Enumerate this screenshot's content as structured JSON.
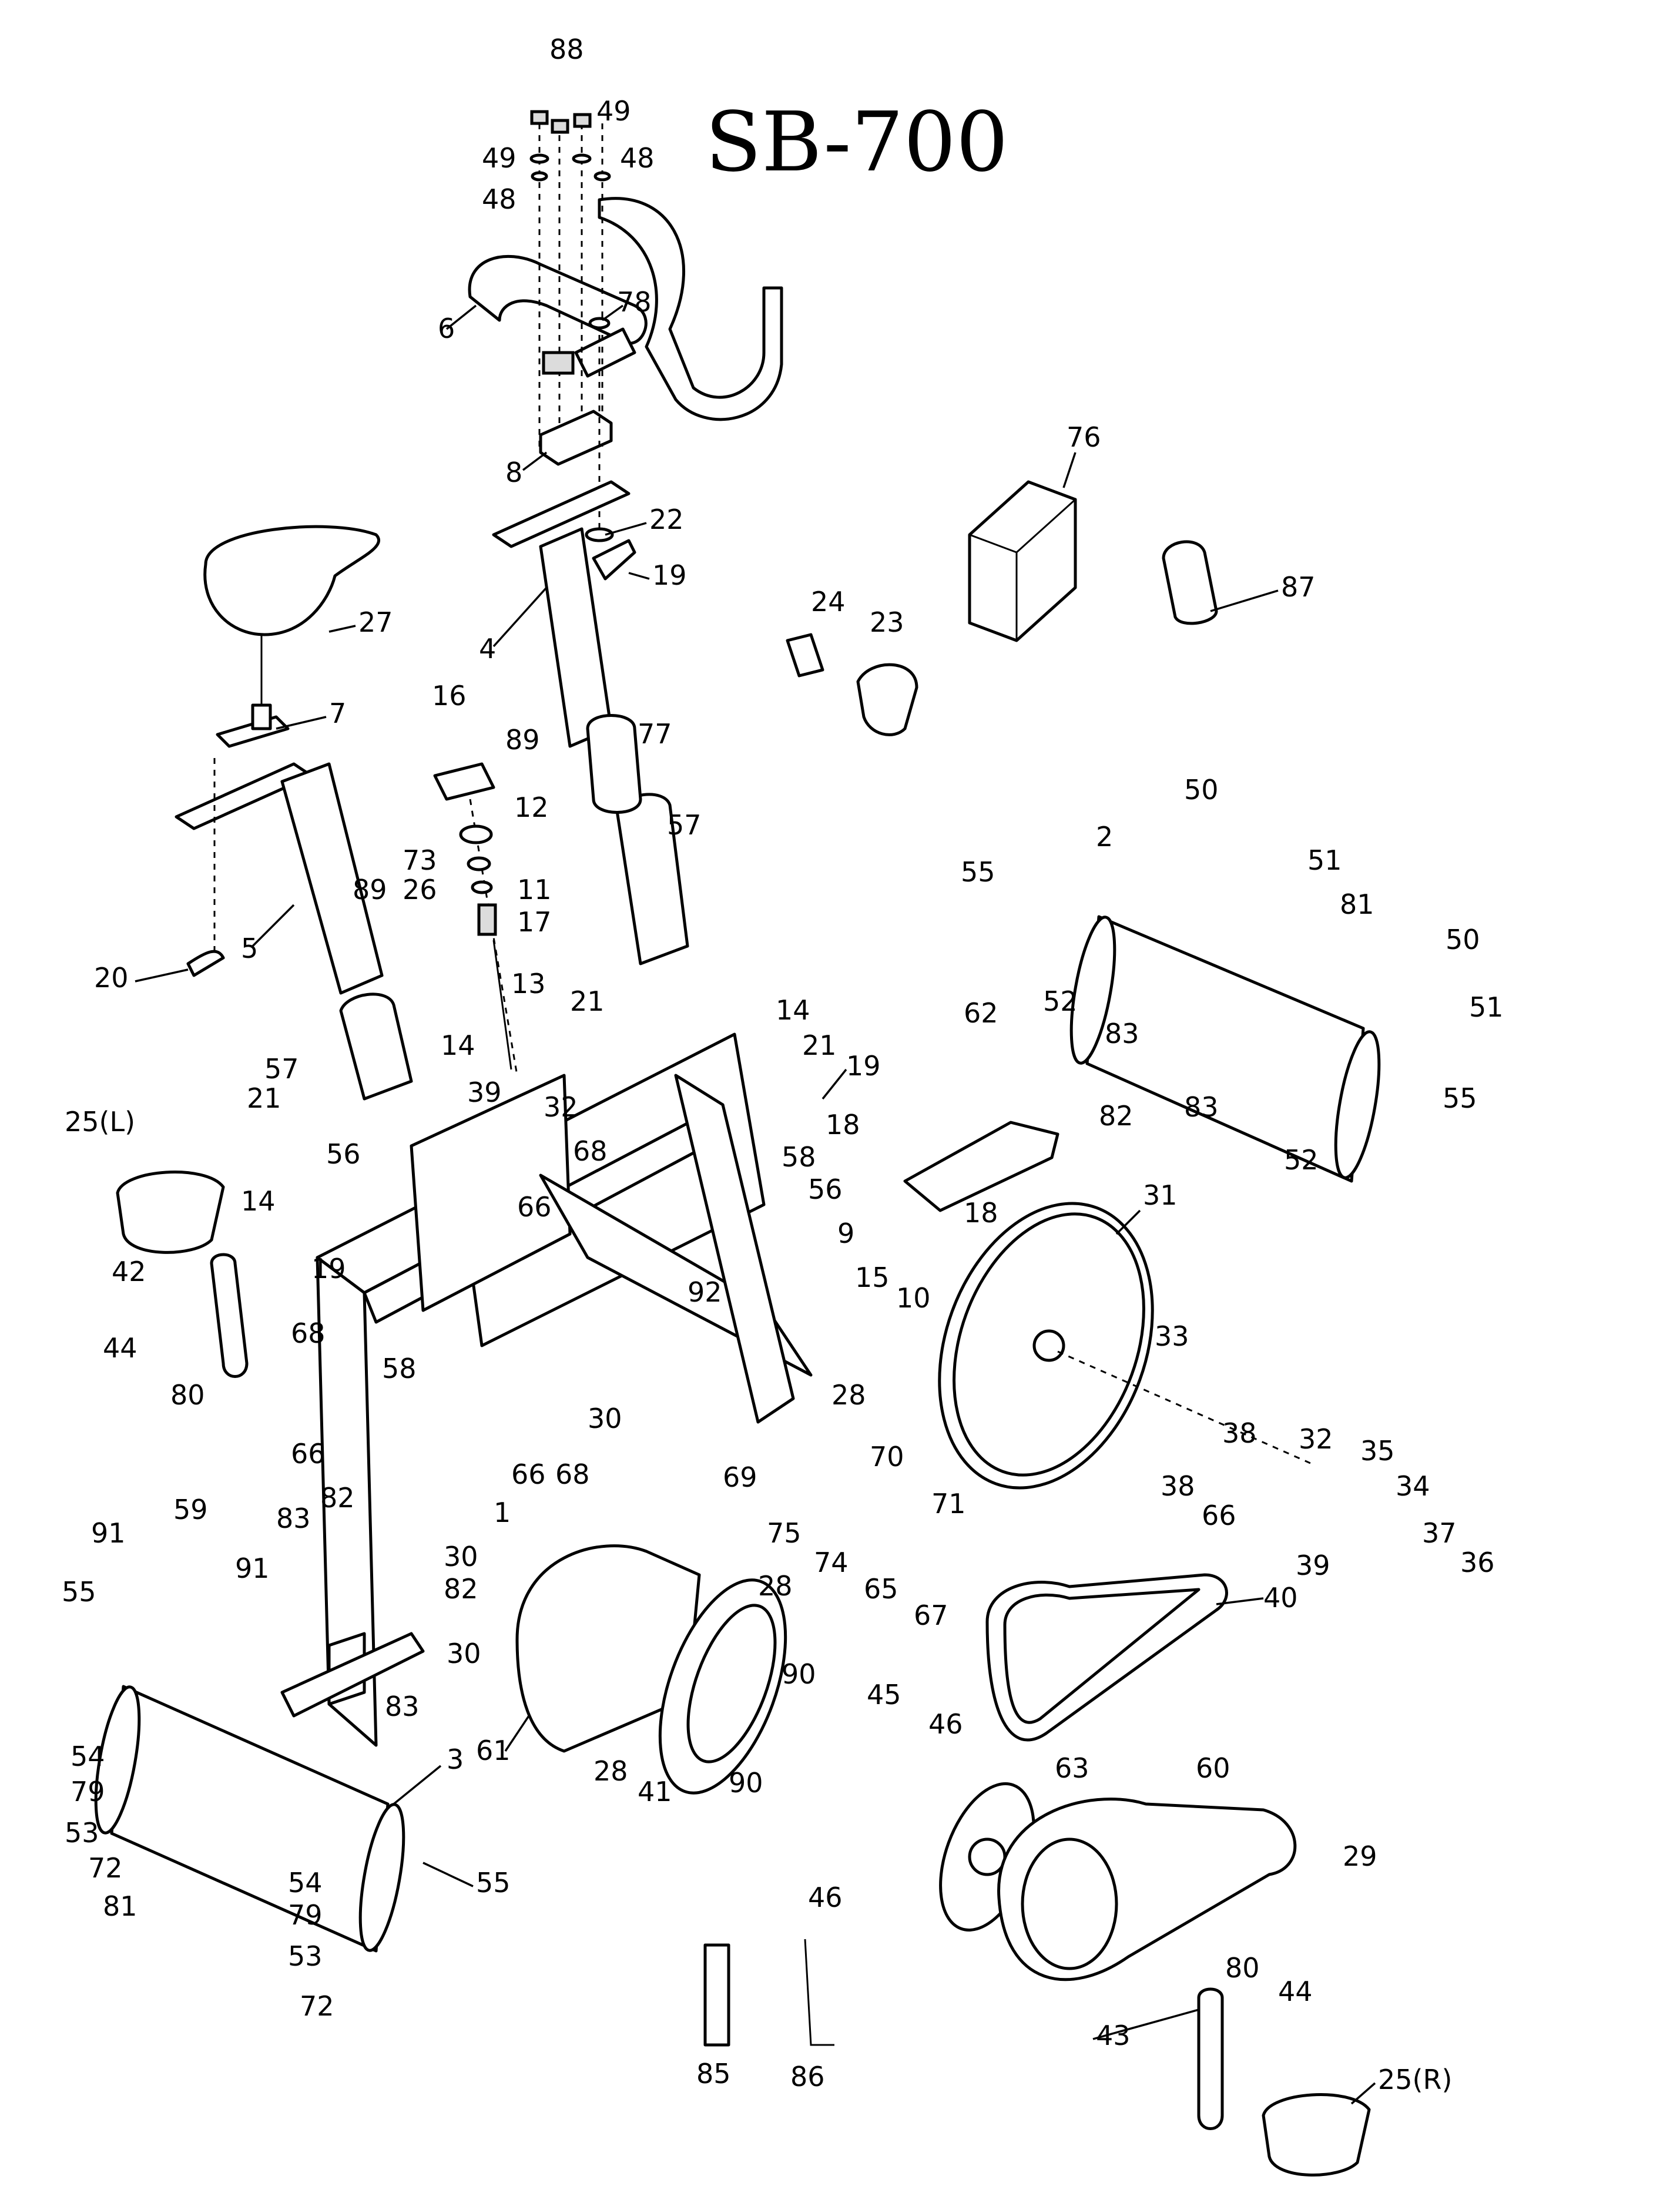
{
  "model_title": "SB-700",
  "labels": {
    "88": "88",
    "49": "49",
    "48": "48",
    "6": "6",
    "78": "78",
    "8": "8",
    "22": "22",
    "19": "19",
    "4": "4",
    "76": "76",
    "87": "87",
    "27": "27",
    "7": "7",
    "16": "16",
    "24": "24",
    "23": "23",
    "89": "89",
    "77": "77",
    "12": "12",
    "73": "73",
    "26": "26",
    "11": "11",
    "17": "17",
    "57": "57",
    "50": "50",
    "51": "51",
    "55": "55",
    "2": "2",
    "81": "81",
    "5": "5",
    "20": "20",
    "13": "13",
    "52": "52",
    "83": "83",
    "14": "14",
    "21": "21",
    "82": "82",
    "39": "39",
    "32": "32",
    "62": "62",
    "25L": "25(L)",
    "56": "56",
    "68": "68",
    "58": "58",
    "18": "18",
    "66": "66",
    "31": "31",
    "9": "9",
    "42": "42",
    "92": "92",
    "15": "15",
    "10": "10",
    "44": "44",
    "80": "80",
    "33": "33",
    "28": "28",
    "38": "38",
    "30": "30",
    "35": "35",
    "34": "34",
    "70": "70",
    "69": "69",
    "71": "71",
    "75": "75",
    "37": "37",
    "36": "36",
    "1": "1",
    "74": "74",
    "65": "65",
    "67": "67",
    "59": "59",
    "91": "91",
    "40": "40",
    "61": "61",
    "90": "90",
    "45": "45",
    "46": "46",
    "54": "54",
    "79": "79",
    "3": "3",
    "53": "53",
    "72": "72",
    "41": "41",
    "63": "63",
    "60": "60",
    "29": "29",
    "43": "43",
    "85": "85",
    "86": "86",
    "25R": "25(R)"
  },
  "callouts": [
    {
      "key": "88"
    },
    {
      "key": "49"
    },
    {
      "key": "49"
    },
    {
      "key": "48"
    },
    {
      "key": "48"
    },
    {
      "key": "6"
    },
    {
      "key": "78"
    },
    {
      "key": "8"
    },
    {
      "key": "22"
    },
    {
      "key": "19"
    },
    {
      "key": "4"
    },
    {
      "key": "76"
    },
    {
      "key": "87"
    },
    {
      "key": "27"
    },
    {
      "key": "7"
    },
    {
      "key": "16"
    },
    {
      "key": "24"
    },
    {
      "key": "23"
    },
    {
      "key": "89"
    },
    {
      "key": "77"
    },
    {
      "key": "12"
    },
    {
      "key": "73"
    },
    {
      "key": "26"
    },
    {
      "key": "11"
    },
    {
      "key": "17"
    },
    {
      "key": "57"
    },
    {
      "key": "57"
    },
    {
      "key": "50"
    },
    {
      "key": "50"
    },
    {
      "key": "51"
    },
    {
      "key": "51"
    },
    {
      "key": "55"
    },
    {
      "key": "55"
    },
    {
      "key": "55"
    },
    {
      "key": "55"
    },
    {
      "key": "2"
    },
    {
      "key": "81"
    },
    {
      "key": "81"
    },
    {
      "key": "5"
    },
    {
      "key": "89"
    },
    {
      "key": "20"
    },
    {
      "key": "13"
    },
    {
      "key": "52"
    },
    {
      "key": "52"
    },
    {
      "key": "83"
    },
    {
      "key": "83"
    },
    {
      "key": "83"
    },
    {
      "key": "83"
    },
    {
      "key": "14"
    },
    {
      "key": "14"
    },
    {
      "key": "14"
    },
    {
      "key": "21"
    },
    {
      "key": "21"
    },
    {
      "key": "21"
    },
    {
      "key": "82"
    },
    {
      "key": "82"
    },
    {
      "key": "82"
    },
    {
      "key": "39"
    },
    {
      "key": "39"
    },
    {
      "key": "32"
    },
    {
      "key": "32"
    },
    {
      "key": "19"
    },
    {
      "key": "19"
    },
    {
      "key": "62"
    },
    {
      "key": "25L"
    },
    {
      "key": "56"
    },
    {
      "key": "56"
    },
    {
      "key": "68"
    },
    {
      "key": "68"
    },
    {
      "key": "68"
    },
    {
      "key": "58"
    },
    {
      "key": "58"
    },
    {
      "key": "18"
    },
    {
      "key": "18"
    },
    {
      "key": "66"
    },
    {
      "key": "66"
    },
    {
      "key": "66"
    },
    {
      "key": "66"
    },
    {
      "key": "31"
    },
    {
      "key": "9"
    },
    {
      "key": "42"
    },
    {
      "key": "92"
    },
    {
      "key": "15"
    },
    {
      "key": "10"
    },
    {
      "key": "44"
    },
    {
      "key": "44"
    },
    {
      "key": "80"
    },
    {
      "key": "80"
    },
    {
      "key": "33"
    },
    {
      "key": "28"
    },
    {
      "key": "28"
    },
    {
      "key": "28"
    },
    {
      "key": "38"
    },
    {
      "key": "38"
    },
    {
      "key": "30"
    },
    {
      "key": "30"
    },
    {
      "key": "30"
    },
    {
      "key": "35"
    },
    {
      "key": "34"
    },
    {
      "key": "70"
    },
    {
      "key": "69"
    },
    {
      "key": "71"
    },
    {
      "key": "75"
    },
    {
      "key": "37"
    },
    {
      "key": "36"
    },
    {
      "key": "1"
    },
    {
      "key": "74"
    },
    {
      "key": "65"
    },
    {
      "key": "67"
    },
    {
      "key": "59"
    },
    {
      "key": "91"
    },
    {
      "key": "91"
    },
    {
      "key": "40"
    },
    {
      "key": "61"
    },
    {
      "key": "90"
    },
    {
      "key": "90"
    },
    {
      "key": "45"
    },
    {
      "key": "46"
    },
    {
      "key": "46"
    },
    {
      "key": "54"
    },
    {
      "key": "54"
    },
    {
      "key": "79"
    },
    {
      "key": "79"
    },
    {
      "key": "3"
    },
    {
      "key": "53"
    },
    {
      "key": "53"
    },
    {
      "key": "72"
    },
    {
      "key": "72"
    },
    {
      "key": "41"
    },
    {
      "key": "63"
    },
    {
      "key": "60"
    },
    {
      "key": "29"
    },
    {
      "key": "43"
    },
    {
      "key": "85"
    },
    {
      "key": "86"
    },
    {
      "key": "25R"
    }
  ]
}
